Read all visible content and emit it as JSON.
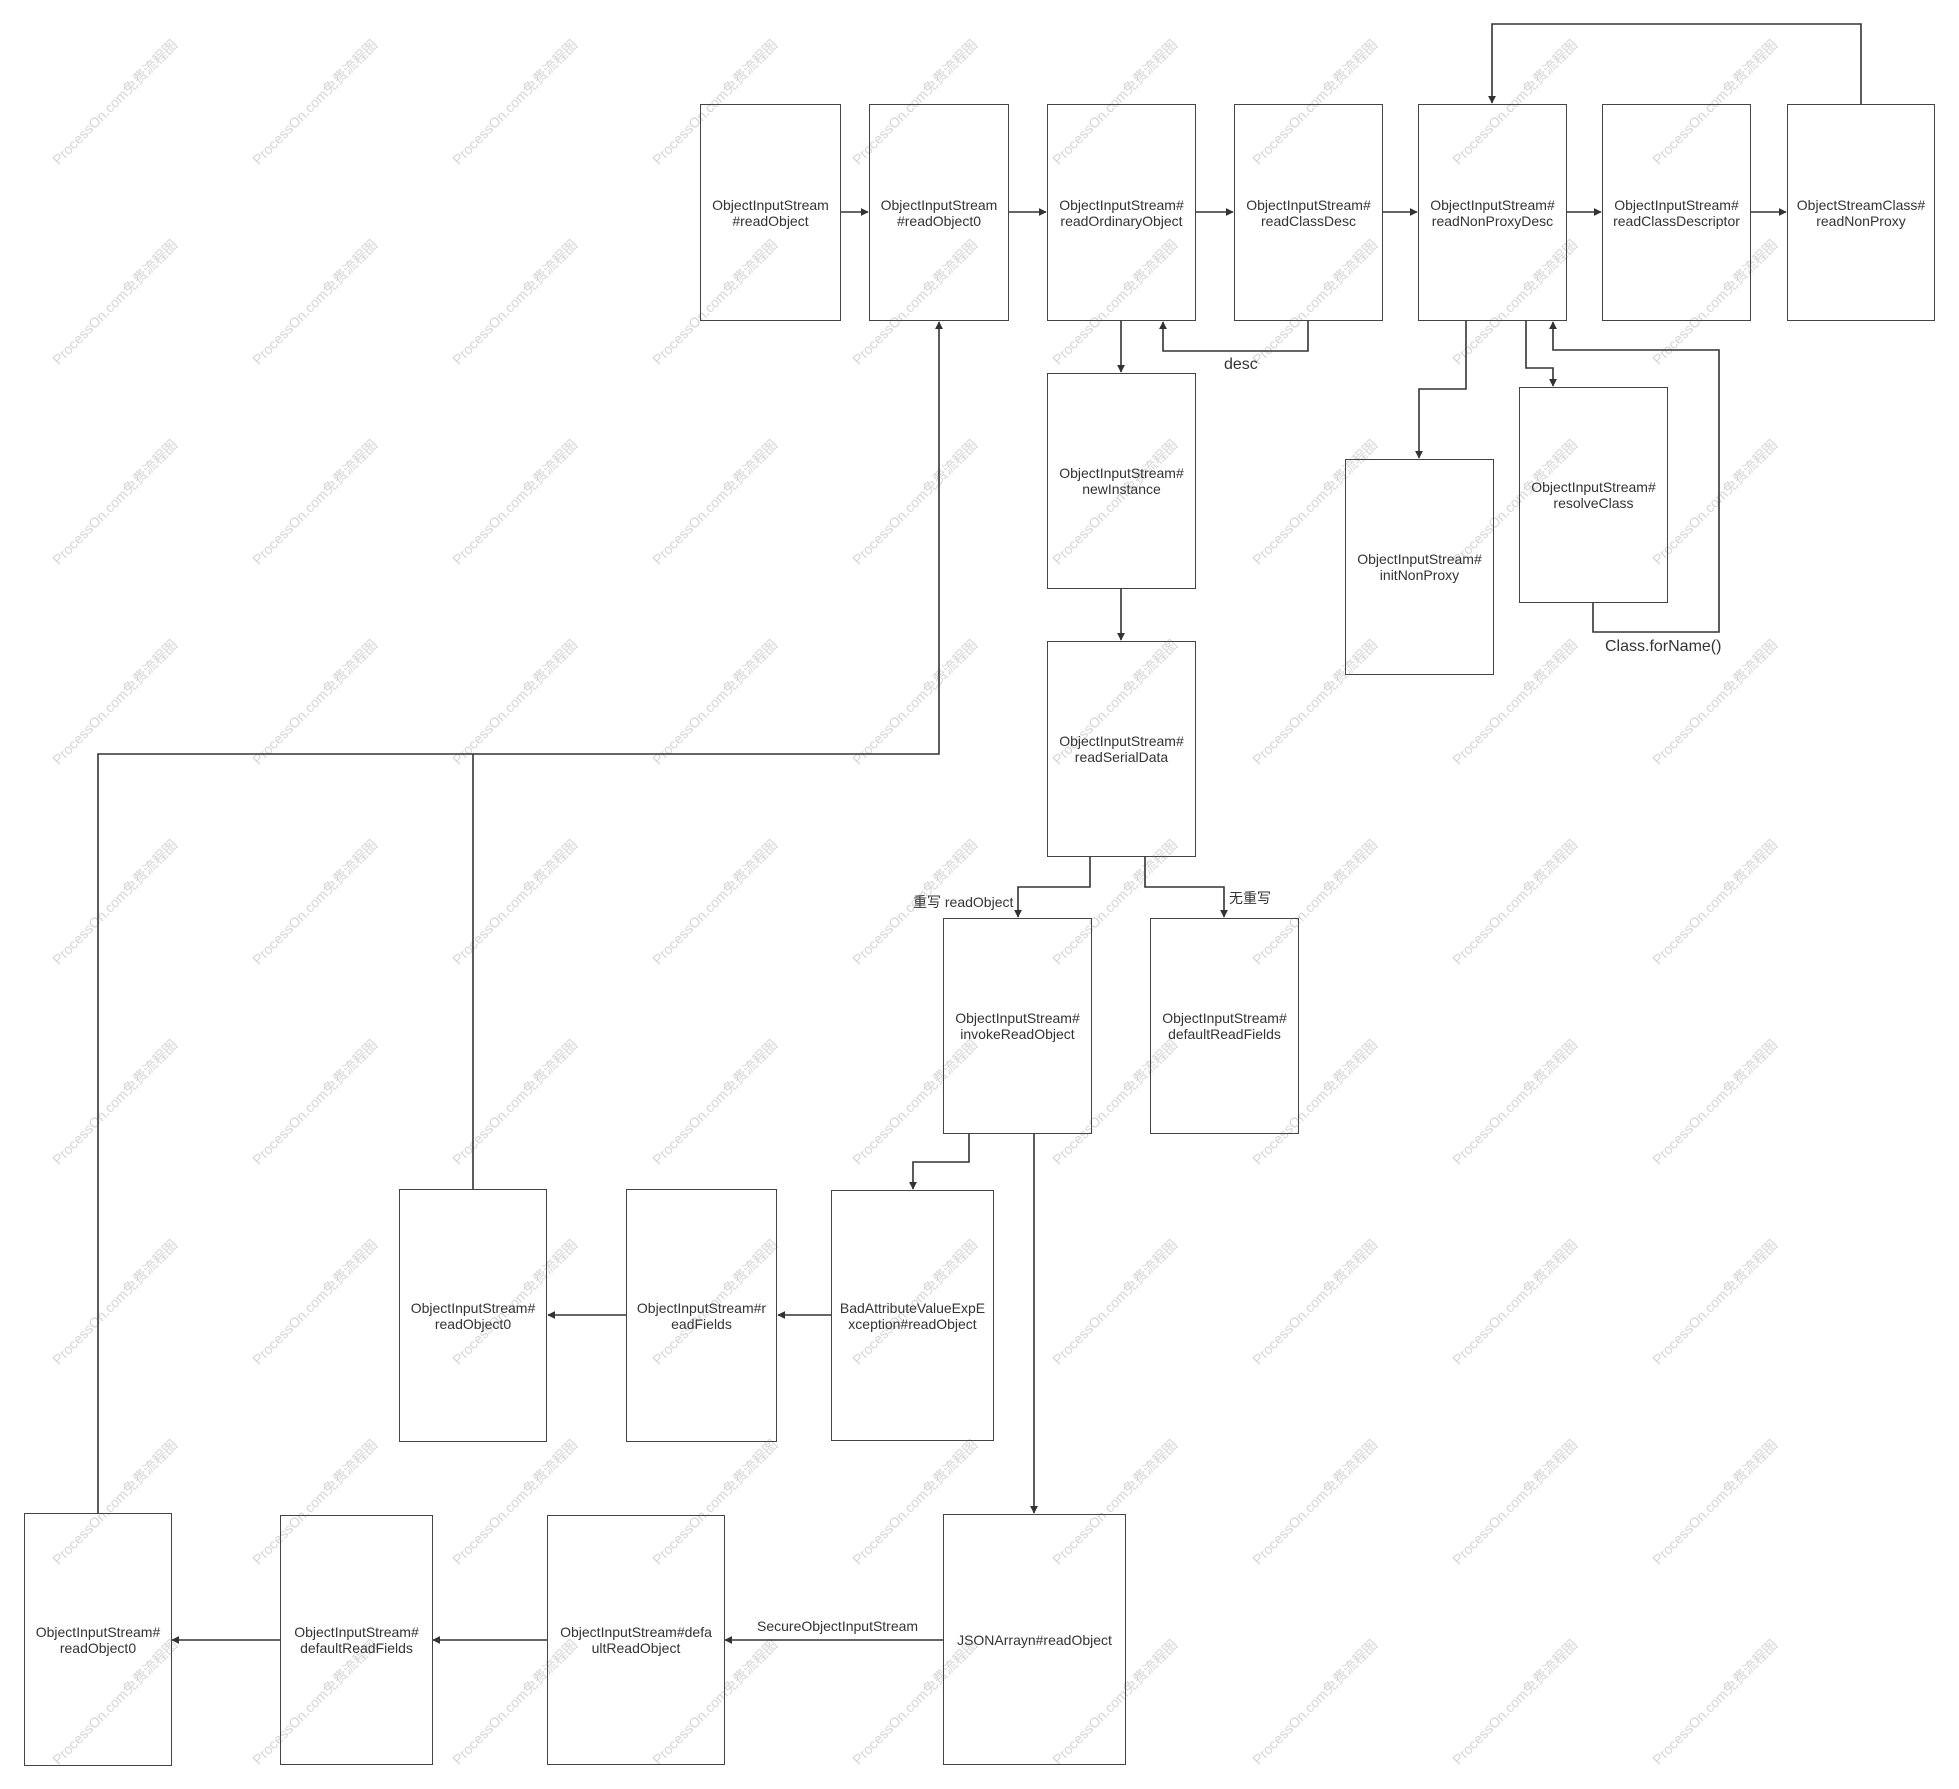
{
  "watermark": "ProcessOn.com免费流程图",
  "nodes": {
    "n1": "ObjectInputStream\n#readObject",
    "n2": "ObjectInputStream\n#readObject0",
    "n3": "ObjectInputStream#\nreadOrdinaryObject",
    "n4": "ObjectInputStream#\nreadClassDesc",
    "n5": "ObjectInputStream#\nreadNonProxyDesc",
    "n6": "ObjectInputStream#\nreadClassDescriptor",
    "n7": "ObjectStreamClass#\nreadNonProxy",
    "n8": "ObjectInputStream#\nnewInstance",
    "n9": "ObjectInputStream#\nresolveClass",
    "n10": "ObjectInputStream#\ninitNonProxy",
    "n11": "ObjectInputStream#\nreadSerialData",
    "n12": "ObjectInputStream#\ninvokeReadObject",
    "n13": "ObjectInputStream#\ndefaultReadFields",
    "n14": "ObjectInputStream#\nreadObject0",
    "n15": "ObjectInputStream#r\neadFields",
    "n16": "BadAttributeValueExpE\nxception#readObject",
    "n17": "ObjectInputStream#\nreadObject0",
    "n18": "ObjectInputStream#\ndefaultReadFields",
    "n19": "ObjectInputStream#defa\nultReadObject",
    "n20": "JSONArrayn#readObject"
  },
  "edge_labels": {
    "desc": "desc",
    "class_forname": "Class.forName()",
    "override": "重写 readObject",
    "no_override": "无重写",
    "secure": "SecureObjectInputStream"
  }
}
